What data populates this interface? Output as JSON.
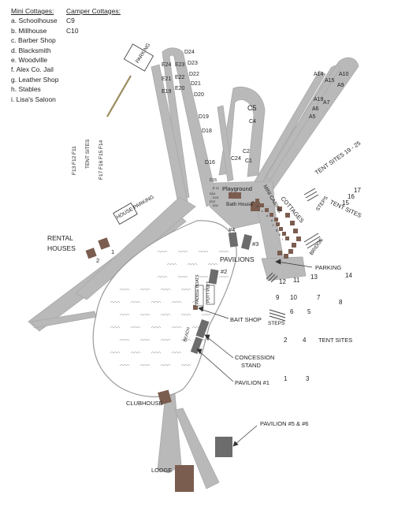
{
  "legend": {
    "mini_header": "Mini Cottages:",
    "camper_header": "Camper Cottages:",
    "mini_items": [
      "a. Schoolhouse",
      "b. Millhouse",
      "c. Barber Shop",
      "d. Blacksmith",
      "e. Woodville",
      "f. Alex Co. Jail",
      "g. Leather Shop",
      "h. Stables",
      "i. Lisa's Saloon"
    ],
    "camper_items": [
      "C9",
      "C10"
    ]
  },
  "places": {
    "parking_top": "PARKING",
    "house_parking": "HOUSE PARKING",
    "rental_houses_1": "RENTAL",
    "rental_houses_2": "HOUSES",
    "rental_1": "1",
    "rental_2": "2",
    "playground": "Playground",
    "bath_house": "Bath House",
    "mini_cabins": "MINI CABINS",
    "cottages": "COTTAGES",
    "steps_top": "STEPS",
    "bridge": "BRIDGE",
    "parking_right": "PARKING",
    "pavilions": "PAVILIONS",
    "pav4": "#4",
    "pav3": "#3",
    "pav2": "#2",
    "paddle_boats": "PADDLE BOATS",
    "putt_putt": "PUTT PUTT",
    "bait_shop": "BAIT SHOP",
    "steps_lower": "STEPS",
    "concession_1": "CONCESSION",
    "concession_2": "STAND",
    "beach": "BEACH",
    "pavilion1": "PAVILION #1",
    "clubhouse": "CLUBHOUSE",
    "pavilion56": "PAVILION #5 & #6",
    "lodge": "LODGE",
    "tent_sites_right": "TENT SITES",
    "tent_sites_19_25": "TENT SITES  19 - 25",
    "tent_sites_15_17": "TENT SITES",
    "tent_col_a": "F13  F12  F11",
    "tent_col_b": "TENT SITES",
    "tent_col_c": "F17  F16  F15  F14"
  },
  "sites": {
    "d_left": [
      "E24",
      "E21",
      "E19"
    ],
    "d_mid": [
      "E23",
      "E22",
      "E20"
    ],
    "d_right": [
      "D24",
      "D23",
      "D22",
      "D21",
      "D20",
      "D19",
      "D18",
      "D16",
      "D15",
      "E 11",
      "D14",
      "D13",
      "D12",
      "D11"
    ],
    "c": [
      "C5",
      "C4",
      "C2",
      "C24",
      "C1"
    ],
    "a": [
      "A14",
      "A15",
      "A10",
      "A9",
      "A19",
      "A7",
      "A6",
      "A5"
    ],
    "nums": [
      "12",
      "11",
      "13",
      "14",
      "9",
      "10",
      "7",
      "8",
      "6",
      "5",
      "2",
      "4",
      "1",
      "3"
    ],
    "tents_side": [
      "17",
      "16",
      "15"
    ],
    "cabin_letters": [
      "a",
      "b",
      "c",
      "d",
      "e",
      "f",
      "g",
      "h",
      "i"
    ]
  }
}
